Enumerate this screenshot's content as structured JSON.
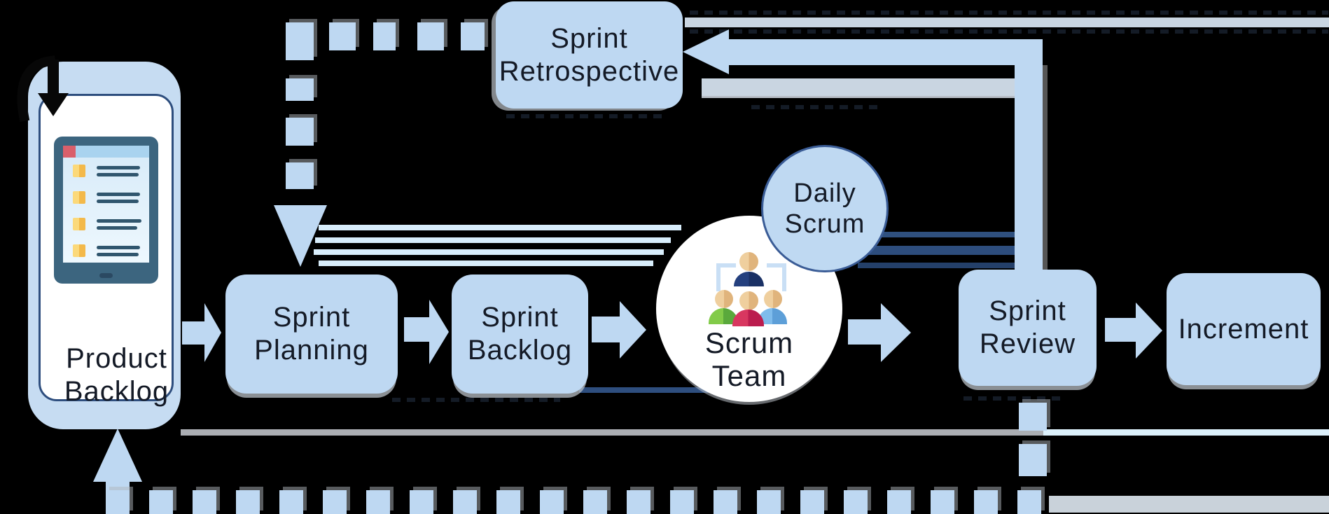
{
  "diagram": {
    "kind": "scrum-process-flow",
    "nodes": {
      "product_backlog": {
        "line1": "Product",
        "line2": "Backlog"
      },
      "sprint_retrospective": {
        "line1": "Sprint",
        "line2": "Retrospective"
      },
      "sprint_planning": {
        "line1": "Sprint",
        "line2": "Planning"
      },
      "sprint_backlog": {
        "line1": "Sprint",
        "line2": "Backlog"
      },
      "scrum_team": {
        "line1": "Scrum",
        "line2": "Team"
      },
      "daily_scrum": {
        "line1": "Daily",
        "line2": "Scrum"
      },
      "sprint_review": {
        "line1": "Sprint",
        "line2": "Review"
      },
      "increment": {
        "label": "Increment"
      }
    },
    "icons": {
      "product_backlog_device": "tablet-task-list-icon",
      "scrum_team_people": "team-people-icon",
      "loop_arrow": "black-loop-arrow-icon",
      "flow_arrows": "arrow-right-icon"
    },
    "colors": {
      "background": "#000000",
      "node_fill": "#bed8f2",
      "node_text": "#141a26",
      "navy_accent": "#2e4e7e",
      "daily_scrum_border": "#3a5c96",
      "cyan_speed_line": "#d8edfb",
      "gray_band": "#c9d5e1",
      "gray_line": "#abaeb3",
      "white": "#ffffff",
      "tablet_bezel": "#3c657f",
      "note_yellow": "#f3b94a",
      "topbar_red": "#d95f6b"
    }
  }
}
